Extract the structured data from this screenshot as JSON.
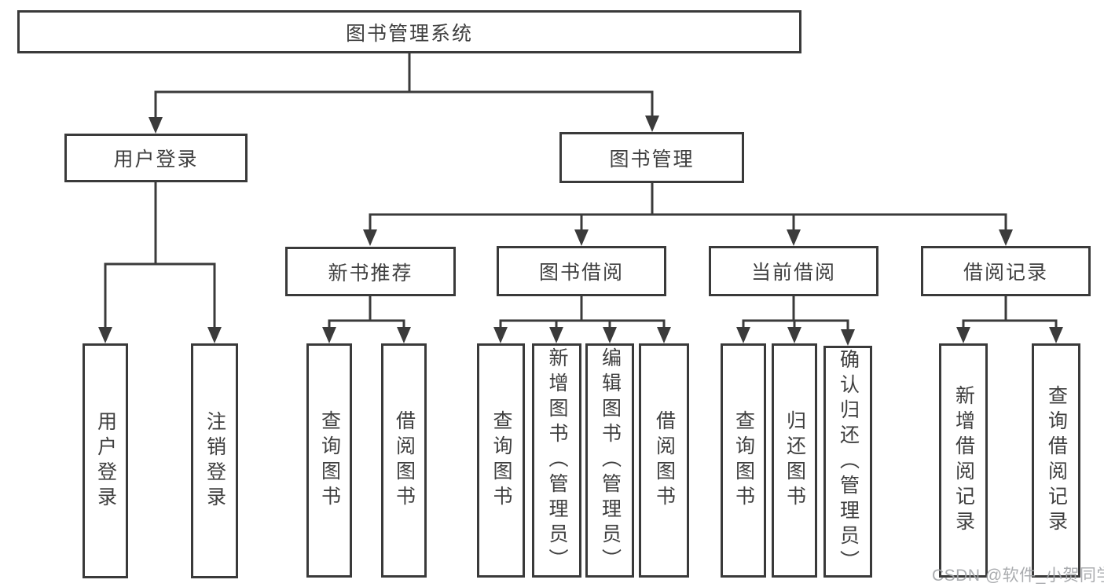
{
  "watermark": "CSDN @软件_小贺同学",
  "colors": {
    "line": "#3b3b3b",
    "box_border": "#3a3a3a",
    "text": "#3f3f3f",
    "background": "#ffffff",
    "watermark": "#a3a5a8"
  },
  "tree": {
    "label": "图书管理系统",
    "children": [
      {
        "label": "用户登录",
        "children": [
          {
            "label": "用户登录"
          },
          {
            "label": "注销登录"
          }
        ]
      },
      {
        "label": "图书管理",
        "children": [
          {
            "label": "新书推荐",
            "children": [
              {
                "label": "查询图书"
              },
              {
                "label": "借阅图书"
              }
            ]
          },
          {
            "label": "图书借阅",
            "children": [
              {
                "label": "查询图书"
              },
              {
                "label": "新增图书（管理员）"
              },
              {
                "label": "编辑图书（管理员）"
              },
              {
                "label": "借阅图书"
              }
            ]
          },
          {
            "label": "当前借阅",
            "children": [
              {
                "label": "查询图书"
              },
              {
                "label": "归还图书"
              },
              {
                "label": "确认归还（管理员）"
              }
            ]
          },
          {
            "label": "借阅记录",
            "children": [
              {
                "label": "新增借阅记录"
              },
              {
                "label": "查询借阅记录"
              }
            ]
          }
        ]
      }
    ]
  }
}
